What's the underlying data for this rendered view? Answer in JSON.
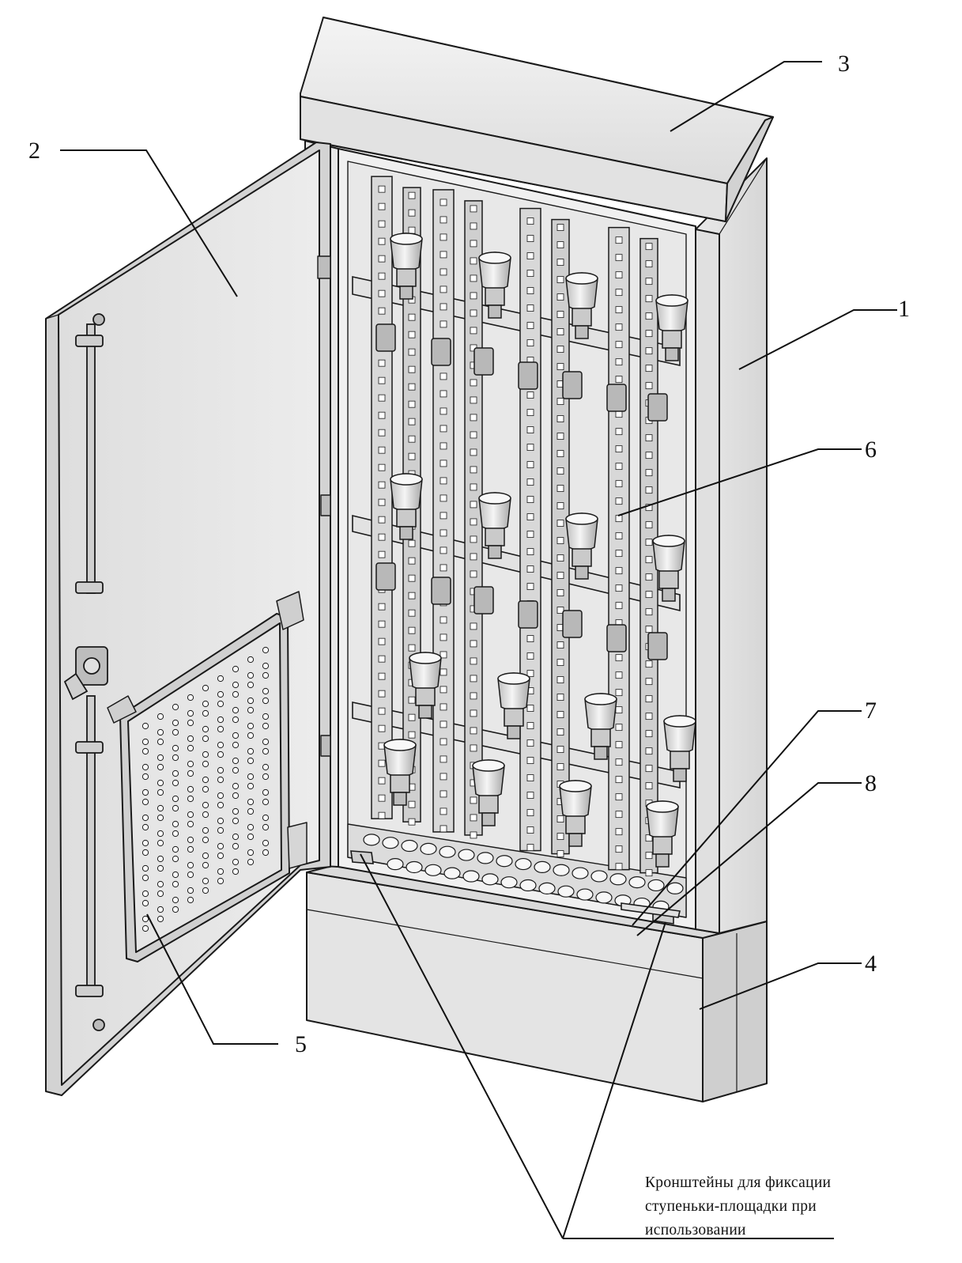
{
  "labels": {
    "l1": "1",
    "l2": "2",
    "l3": "3",
    "l4": "4",
    "l5": "5",
    "l6": "6",
    "l7": "7",
    "l8": "8"
  },
  "note": {
    "line1": "Кронштейны для фиксации",
    "line2": "ступеньки-площадки при",
    "line3": "использовании"
  },
  "colors": {
    "stroke": "#1a1a1a",
    "panel_light": "#ededed",
    "panel_mid": "#d9d9d9",
    "interior": "#e6e6e6",
    "metal": "#bdbdbd"
  }
}
